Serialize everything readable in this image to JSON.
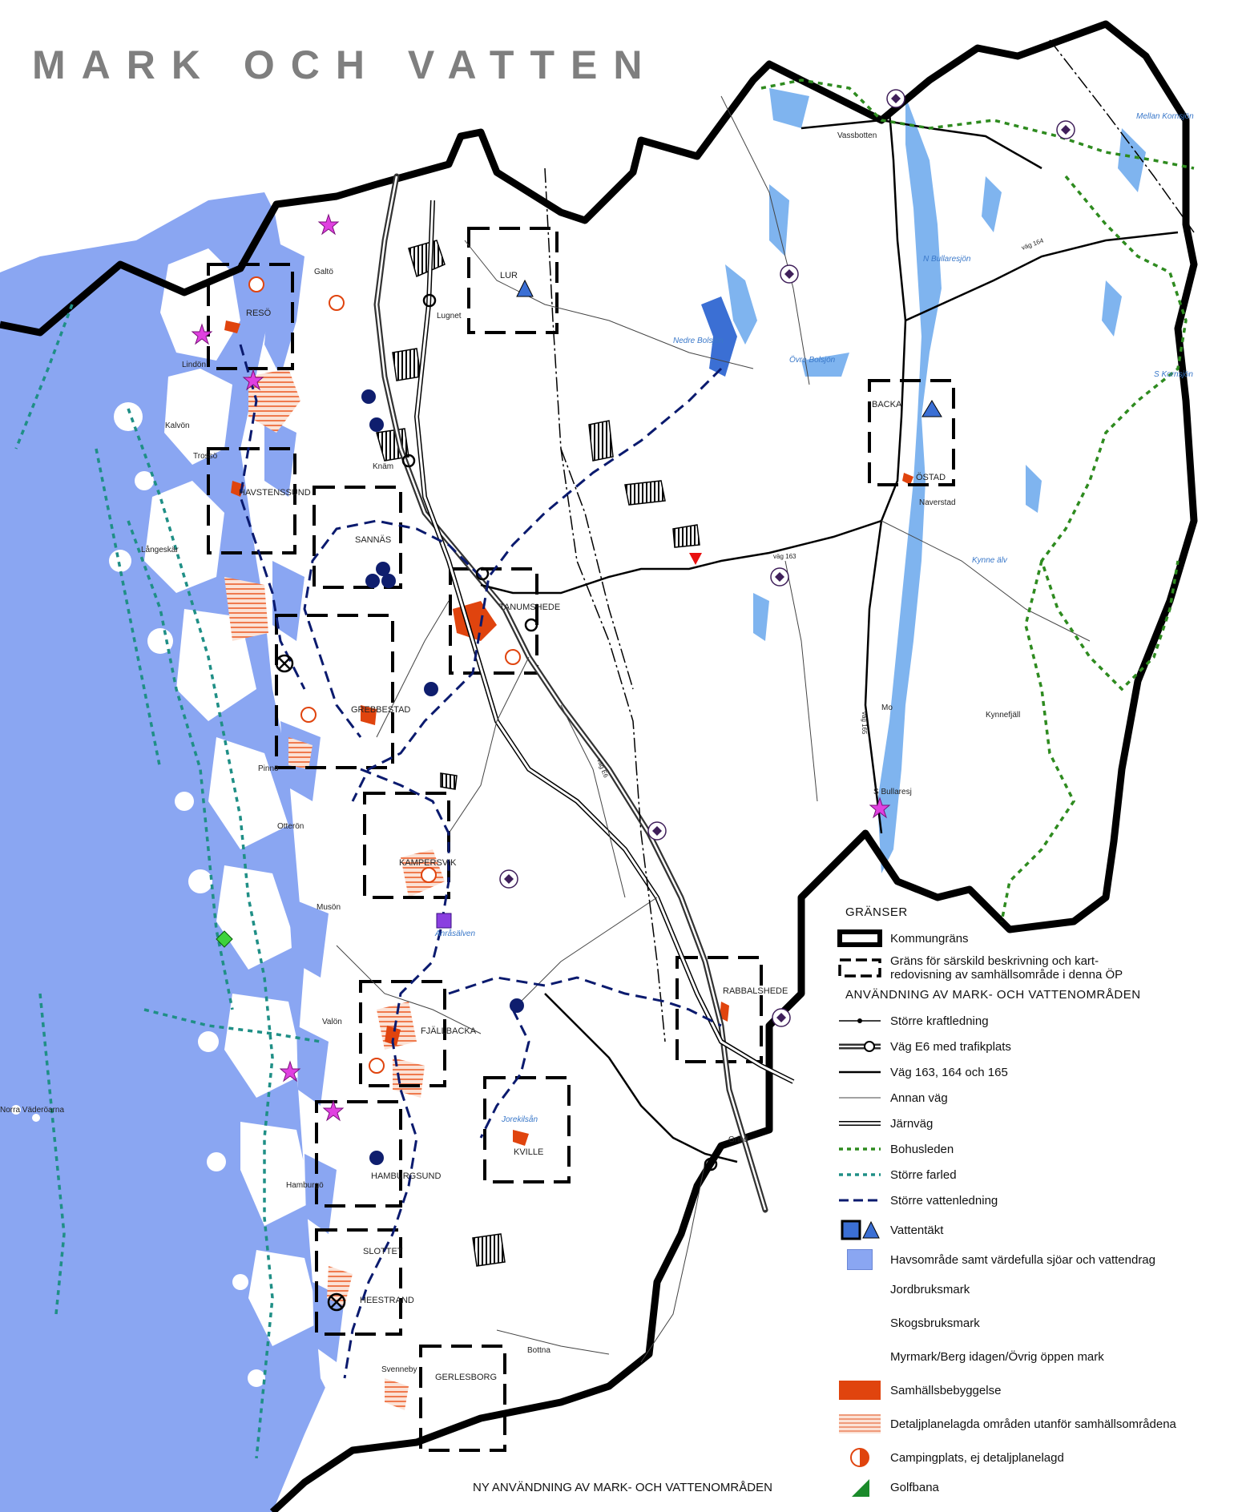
{
  "title": "MARK OCH VATTEN",
  "colors": {
    "sea": "#8aa6f2",
    "lake": "#7fb4ef",
    "settlement": "#e0440e",
    "detail_plan": "#f5b89e",
    "boundary": "#000000",
    "bohusleden": "#2e8b1f",
    "farled": "#1f8f86",
    "vattenledning": "#0a1a6e",
    "water_intake": "#3b6fd4",
    "poi_marker": "#3f1f5a",
    "star_marker": "#e040e0",
    "blue_dot": "#0f1e6e"
  },
  "map": {
    "places": [
      "RESÖ",
      "Galtö",
      "Lindön",
      "Kalvön",
      "Trossö",
      "HAVSTENSSUND",
      "Långeskär",
      "SANNÄS",
      "LUR",
      "Lugnet",
      "Knäm",
      "TANUMSHEDE",
      "GREBBESTAD",
      "Pinnö",
      "Otterön",
      "KAMPERSVIK",
      "Musön",
      "FJÄLLBACKA",
      "Valön",
      "Norra Väderöarna",
      "HAMBURGSUND",
      "Hamburgö",
      "SLOTTET",
      "HEESTRAND",
      "Svenneby",
      "GERLESBORG",
      "KVILLE",
      "RABBALSHEDE",
      "Grind",
      "Bottna",
      "BACKA",
      "ÖSTAD",
      "Naverstad",
      "Vassbotten",
      "Mo",
      "Kynnefjäll",
      "S Bullaresj"
    ],
    "water_names": [
      "Nedre Bolsjön",
      "Övre Bolsjön",
      "N Bullaresjön",
      "Kynne älv",
      "Anråsälven",
      "Jorekilsån",
      "S Kornsjön",
      "Mellan Kornsjön"
    ],
    "road_labels": [
      "väg E6",
      "väg 163",
      "väg 164",
      "väg 165"
    ]
  },
  "legend": {
    "heading": "GRÄNSER",
    "items": [
      {
        "label": "Kommungräns",
        "symbol": "kommungrans"
      },
      {
        "label": "Gräns för särskild beskrivning och kart-\nredovisning av samhällsområde i denna ÖP",
        "symbol": "samhallsgrans"
      }
    ],
    "heading2": "ANVÄNDNING AV MARK- OCH VATTENOMRÅDEN",
    "items2": [
      {
        "label": "Större kraftledning",
        "symbol": "kraftledning"
      },
      {
        "label": "Väg E6 med trafikplats",
        "symbol": "e6"
      },
      {
        "label": "Väg 163, 164 och 165",
        "symbol": "vag"
      },
      {
        "label": "Annan väg",
        "symbol": "annan-vag"
      },
      {
        "label": "Järnväg",
        "symbol": "jarnvag"
      },
      {
        "label": "Bohusleden",
        "symbol": "bohusleden"
      },
      {
        "label": "Större farled",
        "symbol": "farled"
      },
      {
        "label": "Större vattenledning",
        "symbol": "vattenledning"
      },
      {
        "label": "Vattentäkt",
        "symbol": "vattentakt"
      },
      {
        "label": "Havsområde samt värdefulla sjöar och vattendrag",
        "symbol": "hav"
      },
      {
        "label": "Jordbruksmark",
        "symbol": "none"
      },
      {
        "label": "Skogsbruksmark",
        "symbol": "none"
      },
      {
        "label": "Myrmark/Berg idagen/Övrig öppen mark",
        "symbol": "none"
      },
      {
        "label": "Samhällsbebyggelse",
        "symbol": "samhalle"
      },
      {
        "label": "Detaljplanelagda områden utanför samhällsområdena",
        "symbol": "detaljplan"
      },
      {
        "label": "Campingplats, ej detaljplanelagd",
        "symbol": "camping"
      },
      {
        "label": "Golfbana",
        "symbol": "golf"
      }
    ]
  },
  "subheading": "NY ANVÄNDNING AV MARK- OCH VATTENOMRÅDEN"
}
